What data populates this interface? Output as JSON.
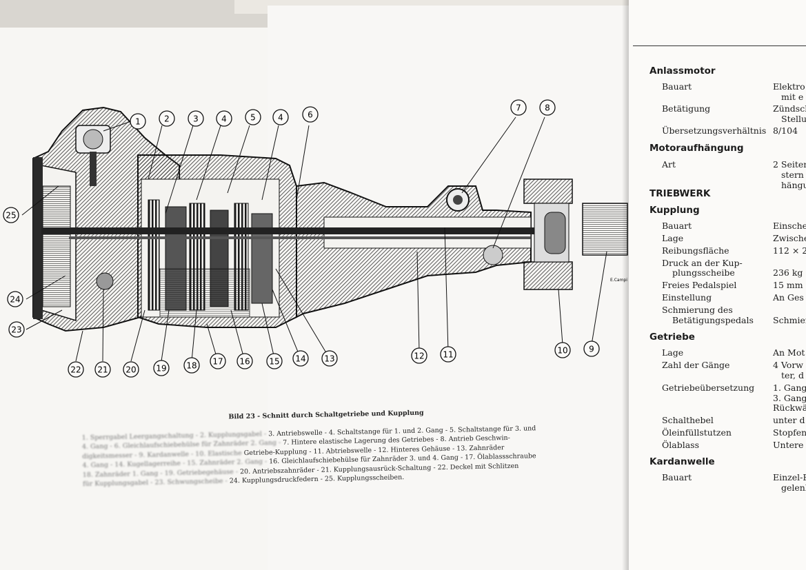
{
  "figure": {
    "callouts": [
      "1",
      "2",
      "3",
      "4",
      "5",
      "4",
      "6",
      "7",
      "8",
      "25",
      "24",
      "23",
      "22",
      "21",
      "20",
      "19",
      "18",
      "17",
      "16",
      "15",
      "14",
      "13",
      "12",
      "11",
      "10",
      "9"
    ],
    "signature": "E.Campi"
  },
  "caption": {
    "title": "Bild 23 - Schnitt durch Schaltgetriebe und Kupplung",
    "line1_faded": "1. Sperrgabel Leergangschaltung - 2. Kupplungsgabel -",
    "line1": " 3. Antriebswelle - 4. Schaltstange für 1. und 2. Gang - 5. Schaltstange für 3. und",
    "line2_faded": "4. Gang - 6. Gleichlaufschiebehülse für Zahnräder 2. Gang -",
    "line2": " 7. Hintere elastische Lagerung des Getriebes - 8. Antrieb Geschwin-",
    "line3_faded": "digkeitsmesser - 9. Kardanwelle - 10. Elastische",
    "line3": " Getriebe-Kupplung - 11. Abtriebswelle - 12. Hinteres Gehäuse - 13. Zahnräder",
    "line4_faded": "4. Gang - 14. Kugellagerreihe - 15. Zahnräder 2. Gang -",
    "line4": " 16. Gleichlaufschiebehülse für Zahnräder 3. und 4. Gang - 17. Ölablassschraube",
    "line5_faded": "18. Zahnräder 1. Gang - 19. Getriebegehäuse -",
    "line5": " 20. Antriebszahnräder - 21. Kupplungsausrück-Schaltung - 22. Deckel mit Schlitzen",
    "line6_faded": "für Kupplungsgabel - 23. Schwungscheibe -",
    "line6": " 24. Kupplungsdruckfedern - 25. Kupplungsscheiben."
  },
  "specs": {
    "anlassmotor": "Anlassmotor",
    "bauart": "Bauart",
    "elektro": "Elektro",
    "mit_e": "mit e",
    "betaetigung": "Betätigung",
    "zuendsch": "Zündsch",
    "stellu": "Stellu",
    "uebersetzung": "Übersetzungsverhältnis",
    "ratio": "8/104",
    "motoraufhaengung": "Motoraufhängung",
    "art": "Art",
    "seiten": "2 Seiten",
    "stern": "stern",
    "haengu": "hängu",
    "triebwerk": "TRIEBWERK",
    "kupplung": "Kupplung",
    "bauart2": "Bauart",
    "einsche": "Einsche",
    "lage": "Lage",
    "zwische": "Zwische",
    "reibung": "Reibungsfläche",
    "reib_val": "112 × 2",
    "druck1": "Druck an der Kup-",
    "druck2": "plungsscheibe",
    "druck_val": "236 kg",
    "pedalspiel": "Freies Pedalspiel",
    "pedal_val": "15 mm",
    "einstellung": "Einstellung",
    "einst_val": "An Ges",
    "schmierung1": "Schmierung des",
    "schmierung2": "Betätigungspedals",
    "schm_val": "Schmier",
    "getriebe": "Getriebe",
    "lage2": "Lage",
    "lage2_val": "An Mot",
    "zahl": "Zahl der Gänge",
    "zahl_val": "4 Vorw",
    "zahl_val2": "ter, d",
    "uebers": "Getriebeübersetzung",
    "ue1": "1. Gang",
    "ue2": "3. Gang",
    "ue3": "Rückwä",
    "schalthebel": "Schalthebel",
    "schalt_val": "unter d",
    "oelein": "Öleinfüllstutzen",
    "oelein_val": "Stopfen",
    "oelab": "Ölablass",
    "oelab_val": "Untere",
    "kardanwelle": "Kardanwelle",
    "bauart3": "Bauart",
    "einzel": "Einzel-F",
    "gelenk": "gelenk"
  }
}
